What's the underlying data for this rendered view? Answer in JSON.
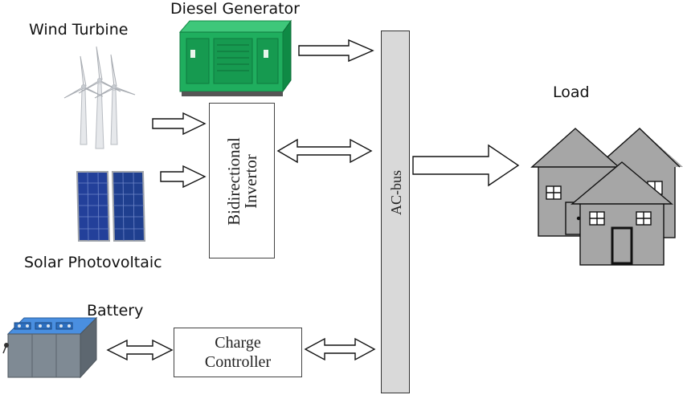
{
  "labels": {
    "wind": "Wind Turbine",
    "diesel": "Diesel Generator",
    "solar": "Solar Photovoltaic",
    "battery": "Battery",
    "load": "Load",
    "inverter_line1": "Bidirectional",
    "inverter_line2": "Invertor",
    "charge_line1": "Charge",
    "charge_line2": "Controller",
    "bus": "AC-bus"
  },
  "icons": {
    "wind": "wind-turbine-icon",
    "diesel": "diesel-generator-icon",
    "solar": "solar-panel-icon",
    "battery": "battery-bank-icon",
    "load": "houses-icon"
  },
  "colors": {
    "generator_green": "#1fae5e",
    "panel_blue": "#1f3f8f",
    "house_gray": "#a6a6a6",
    "bus_gray": "#d9d9d9",
    "battery_blue": "#3a7fd0"
  }
}
